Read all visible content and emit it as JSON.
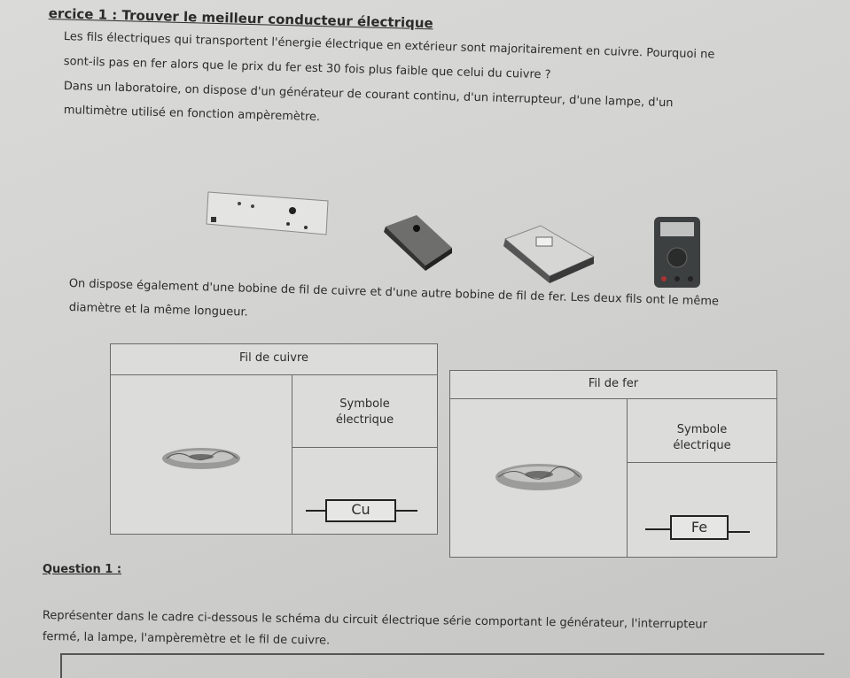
{
  "exercise": {
    "title": "ercice 1 : Trouver le meilleur conducteur électrique",
    "intro_lines": [
      "Les fils électriques qui transportent l'énergie électrique en extérieur sont majoritairement en cuivre. Pourquoi ne",
      "sont-ils pas en fer alors que le prix du fer est 30 fois plus faible que celui du cuivre ?",
      "Dans un laboratoire, on dispose d'un générateur de courant continu, d'un interrupteur, d'une lampe, d'un",
      "multimètre utilisé en fonction ampèremètre."
    ],
    "bobine_lines": [
      "On dispose également d'une bobine de fil de cuivre et d'une autre bobine de fil de fer. Les deux fils ont le même",
      "diamètre et la même longueur."
    ]
  },
  "tables": {
    "copper": {
      "header": "Fil de cuivre",
      "symbol_label_1": "Symbole",
      "symbol_label_2": "électrique",
      "symbol": "Cu"
    },
    "iron": {
      "header": "Fil de fer",
      "symbol_label_1": "Symbole",
      "symbol_label_2": "électrique",
      "symbol": "Fe"
    }
  },
  "question": {
    "label": "Question 1 :",
    "lines": [
      "Représenter dans le cadre ci-dessous le schéma du circuit électrique série comportant le générateur, l'interrupteur",
      "fermé, la lampe, l'ampèremètre et le fil de cuivre."
    ]
  }
}
